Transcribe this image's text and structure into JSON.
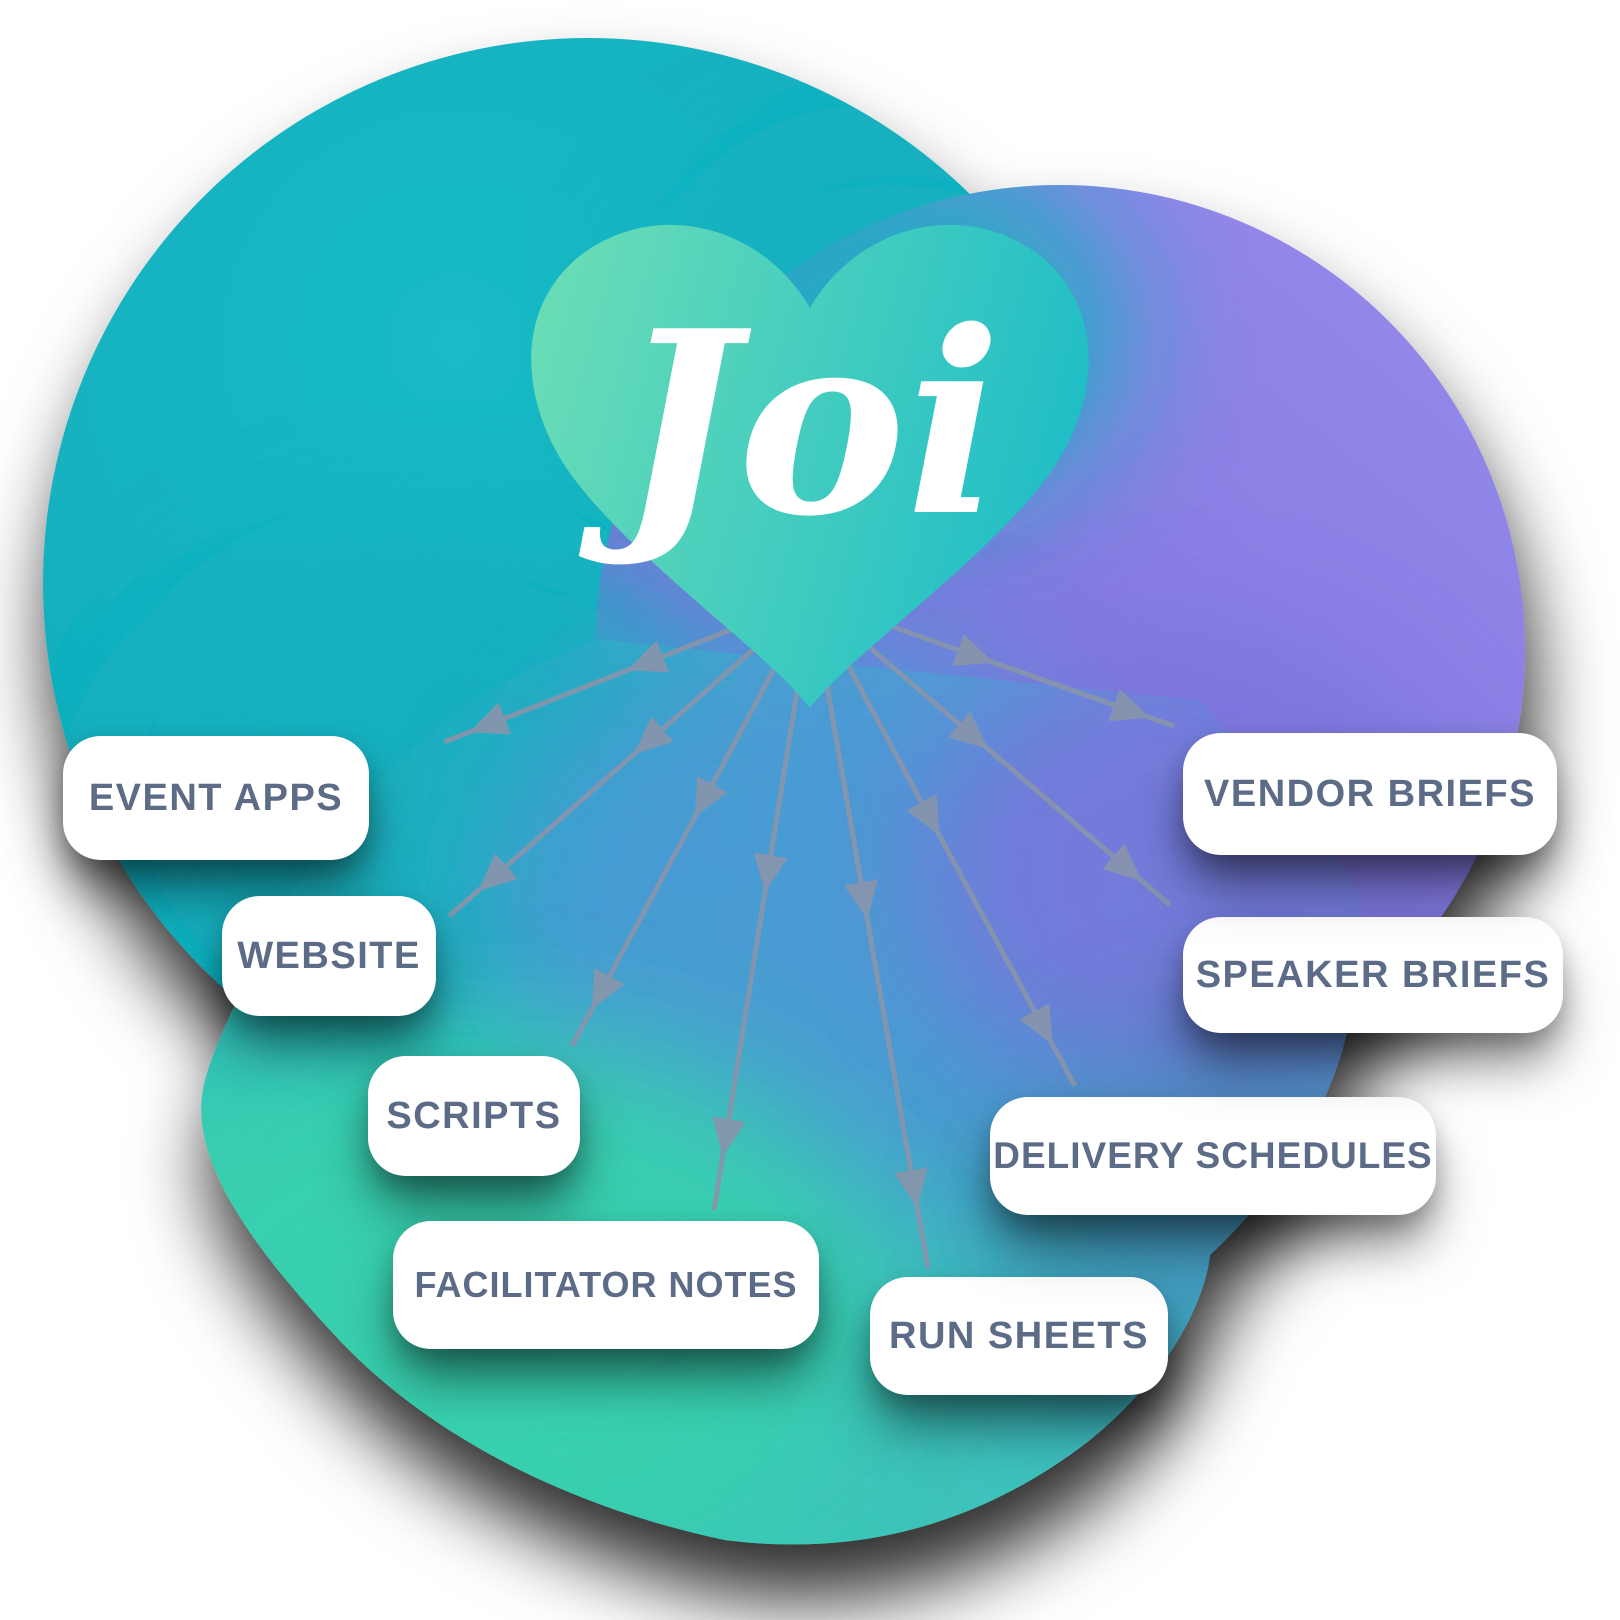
{
  "logo": {
    "text": "Joi"
  },
  "diagram": {
    "center": {
      "label": "Joi",
      "shape": "heart"
    },
    "nodes": [
      {
        "id": "event-apps",
        "label": "EVENT APPS"
      },
      {
        "id": "website",
        "label": "WEBSITE"
      },
      {
        "id": "scripts",
        "label": "SCRIPTS"
      },
      {
        "id": "facilitator-notes",
        "label": "FACILITATOR NOTES"
      },
      {
        "id": "run-sheets",
        "label": "RUN SHEETS"
      },
      {
        "id": "delivery-schedules",
        "label": "DELIVERY SCHEDULES"
      },
      {
        "id": "speaker-briefs",
        "label": "SPEAKER BRIEFS"
      },
      {
        "id": "vendor-briefs",
        "label": "VENDOR BRIEFS"
      }
    ]
  },
  "colors": {
    "background": "#FFFFFF",
    "blob_teal": "#12AFBE",
    "blob_purple": "#8B80E4",
    "blob_center_blue": "#4C9AD4",
    "blob_mint": "#38D0AE",
    "heart_left": "#6ADDB6",
    "heart_right": "#1FBDC7",
    "arrow": "#8895AC",
    "box_background": "#FFFFFF",
    "box_text": "#5C6B86",
    "logo_text_color": "#FFFFFF"
  }
}
